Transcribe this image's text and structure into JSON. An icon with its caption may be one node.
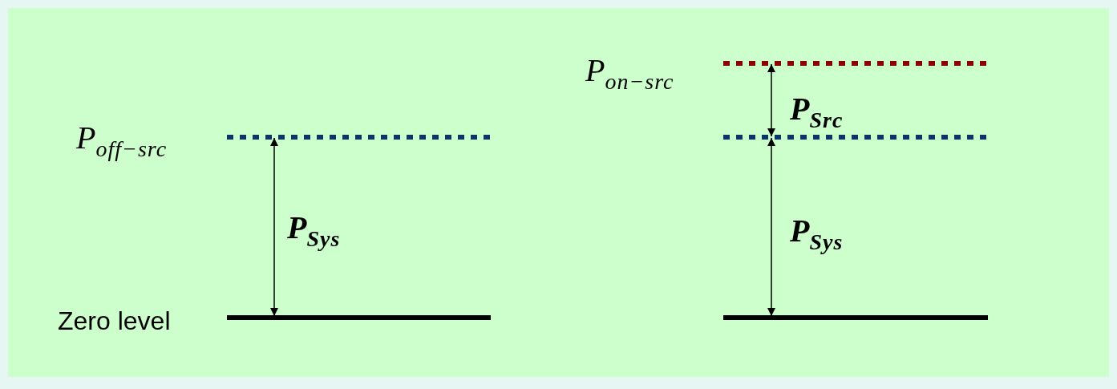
{
  "diagram": {
    "labels": [
      "P$_{on−src}$",
      "P$_{off−src}$",
      "P$_{Src}$",
      "P$_{Sys}$",
      "P$_{Sys}$",
      "Zero level"
    ]
  }
}
